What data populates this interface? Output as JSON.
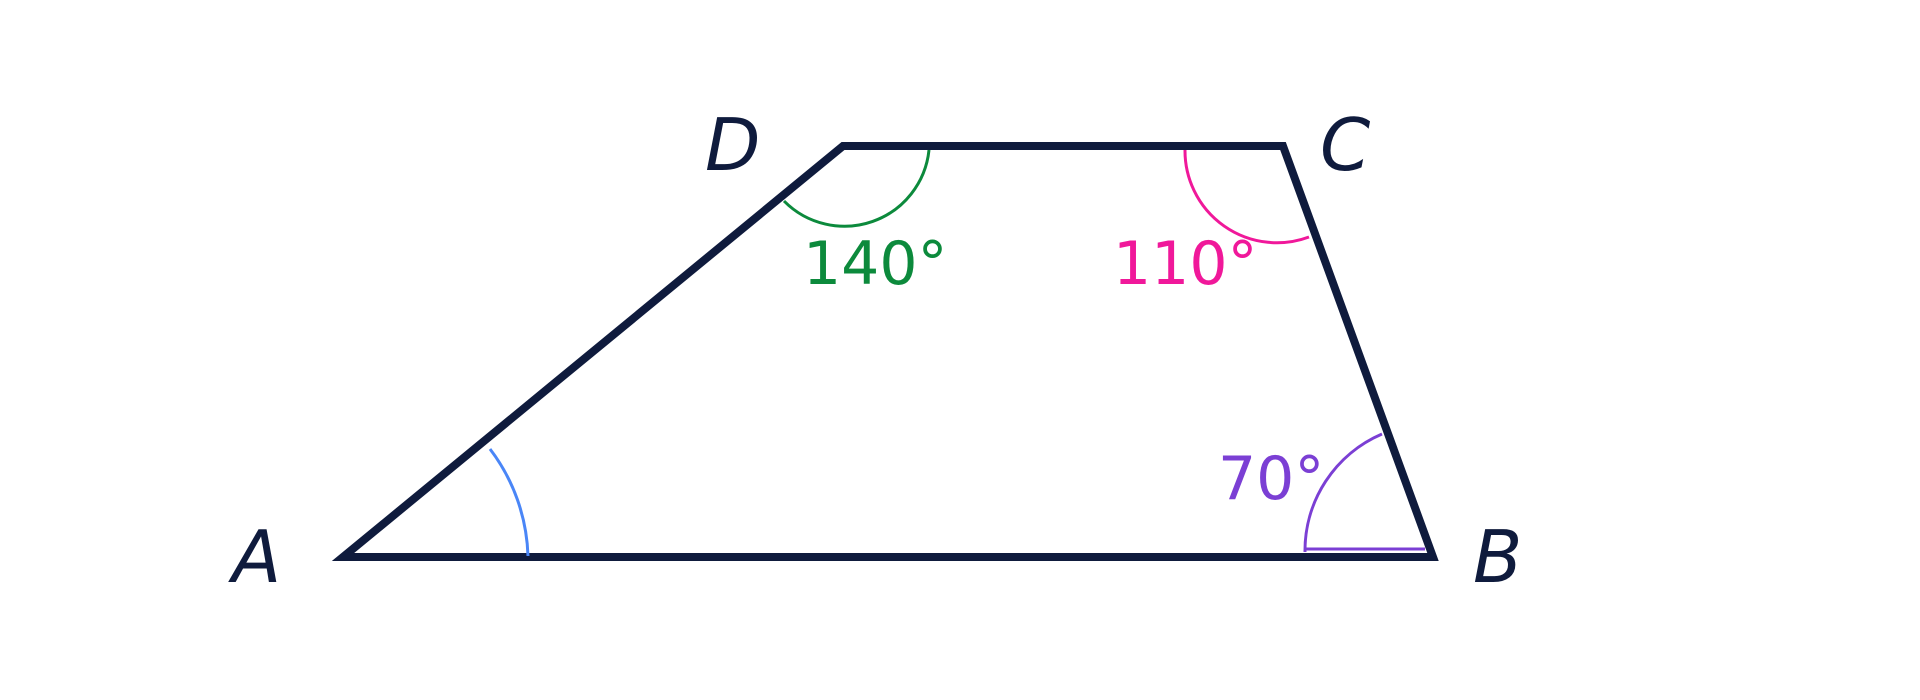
{
  "vertices": {
    "A": "A",
    "B": "B",
    "C": "C",
    "D": "D"
  },
  "angles": {
    "D": "140°",
    "C": "110°",
    "B": "70°"
  },
  "colors": {
    "outline": "#0f1b3d",
    "angle_A": "#4a86f7",
    "angle_B": "#7b3fd4",
    "angle_C": "#f0189a",
    "angle_D": "#0c8a3c"
  }
}
